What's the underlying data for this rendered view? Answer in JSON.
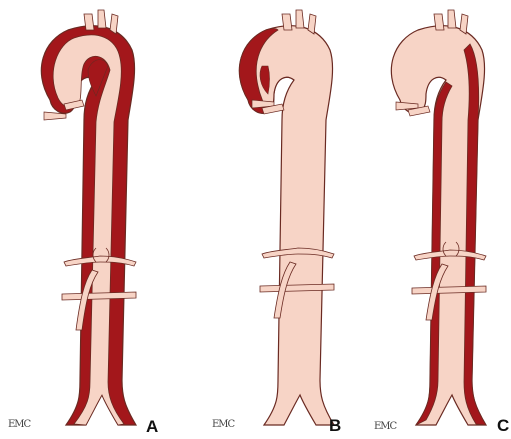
{
  "panels": [
    {
      "letter": "A",
      "logo": "EMC",
      "dissection": "full false lumen along entire aorta"
    },
    {
      "letter": "B",
      "logo": "EMC",
      "dissection": "false lumen limited to ascending aorta"
    },
    {
      "letter": "C",
      "logo": "EMC",
      "dissection": "false lumen in descending aorta"
    }
  ],
  "colors": {
    "true_lumen": "#f7d4c6",
    "false_lumen": "#a3171b",
    "outline": "#6a2a22",
    "vessel_branch": "#f7d4c6",
    "background": "#ffffff"
  }
}
